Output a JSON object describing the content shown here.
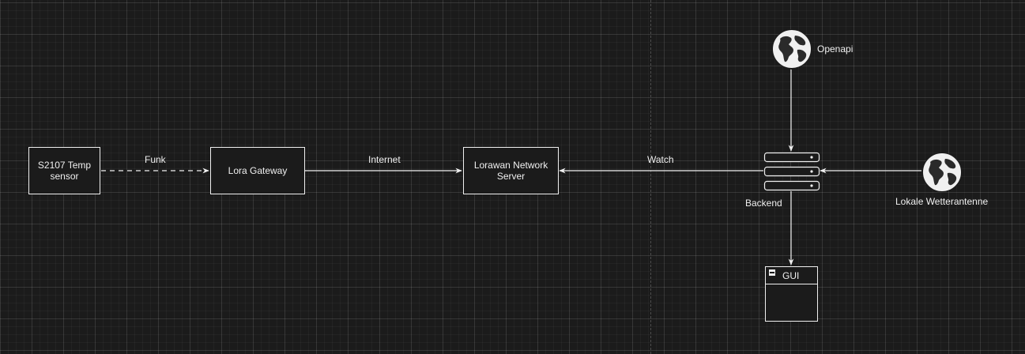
{
  "diagram": {
    "nodes": {
      "sensor": "S2107 Temp sensor",
      "gateway": "Lora Gateway",
      "network_server": "Lorawan Network Server",
      "backend": "Backend",
      "openapi": "Openapi",
      "local_antenna": "Lokale Wetterantenne",
      "gui": "GUI"
    },
    "edges": {
      "funk": "Funk",
      "internet": "Internet",
      "watch": "Watch"
    },
    "icons": {
      "openapi": "globe-icon",
      "local_antenna": "globe-icon",
      "backend": "server-stack-icon",
      "gui": "window-icon"
    },
    "colors": {
      "background": "#1b1b1b",
      "stroke": "#f0f0f0"
    }
  }
}
